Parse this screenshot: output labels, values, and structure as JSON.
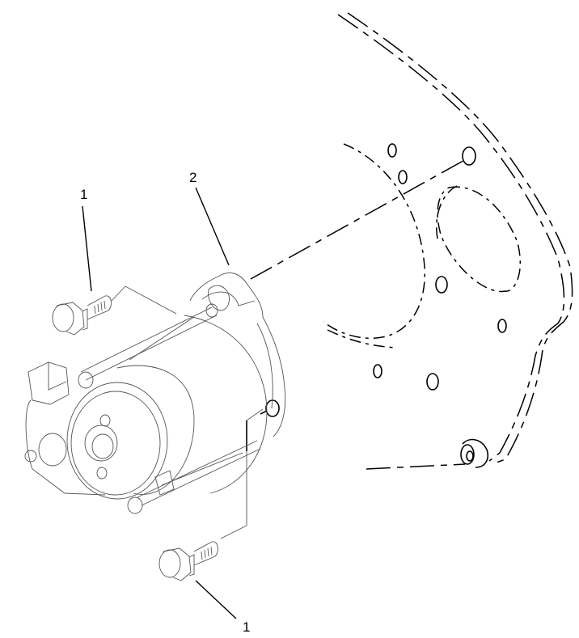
{
  "diagram": {
    "type": "exploded-parts-view",
    "subject": "starter motor mounting to engine flywheel housing plate",
    "callouts": [
      {
        "id": "callout-1-top",
        "label": "1",
        "part": "bolt (upper)"
      },
      {
        "id": "callout-2",
        "label": "2",
        "part": "starter motor"
      },
      {
        "id": "callout-1-bottom",
        "label": "1",
        "part": "bolt (lower)"
      }
    ],
    "parts": [
      {
        "number": "1",
        "name": "bolt",
        "quantity_shown": 2
      },
      {
        "number": "2",
        "name": "starter motor",
        "quantity_shown": 1
      }
    ],
    "colors": {
      "line": "#000000",
      "thin_line": "#555555",
      "background": "#ffffff"
    }
  }
}
